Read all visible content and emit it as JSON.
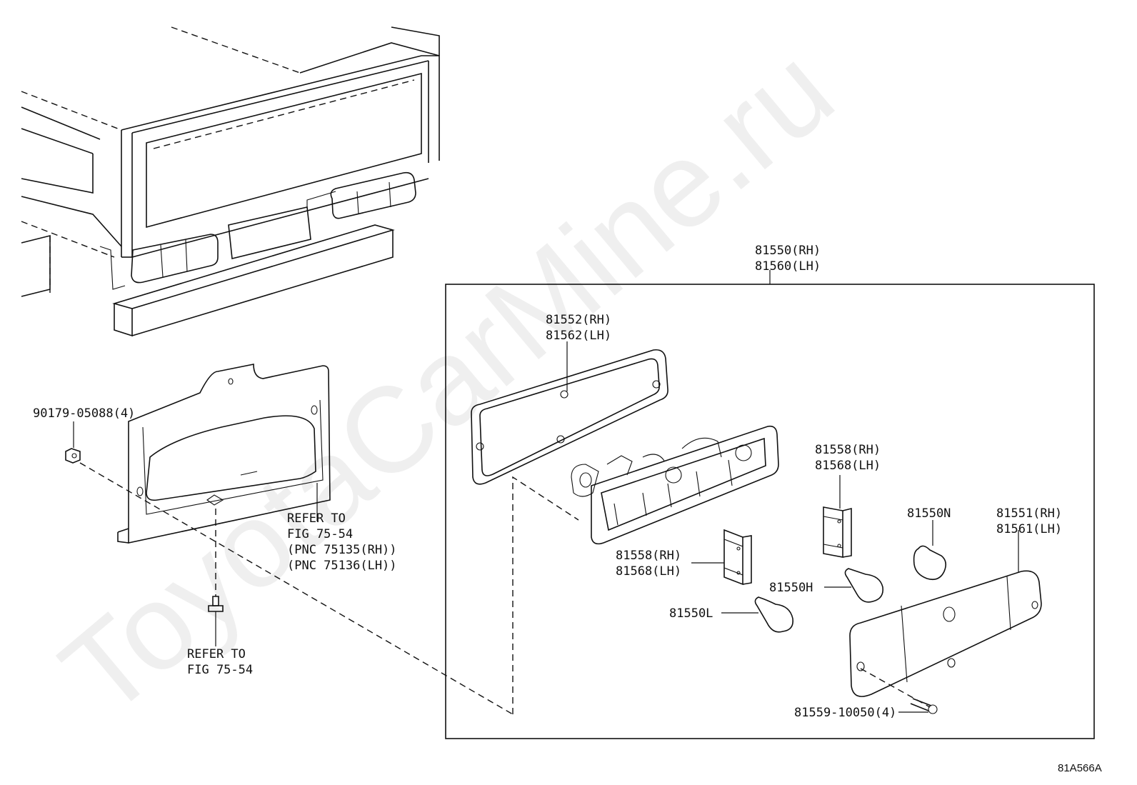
{
  "watermark": "ToyotaCarMine.ru",
  "figure_code": "81A566A",
  "labels": {
    "assy_rh": "81550(RH)",
    "assy_lh": "81560(LH)",
    "gasket_rh": "81552(RH)",
    "gasket_lh": "81562(LH)",
    "plate_upper_rh": "81558(RH)",
    "plate_upper_lh": "81568(LH)",
    "plate_lower_rh": "81558(RH)",
    "plate_lower_lh": "81568(LH)",
    "bulb_n": "81550N",
    "bulb_h": "81550H",
    "bulb_l": "81550L",
    "lens_rh": "81551(RH)",
    "lens_lh": "81561(LH)",
    "screw": "81559-10050(4)",
    "nut": "90179-05088(4)",
    "refer1_line1": "REFER TO",
    "refer1_line2": "FIG 75-54",
    "refer1_line3": "(PNC 75135(RH))",
    "refer1_line4": "(PNC 75136(LH))",
    "refer2_line1": "REFER TO",
    "refer2_line2": "FIG 75-54"
  }
}
